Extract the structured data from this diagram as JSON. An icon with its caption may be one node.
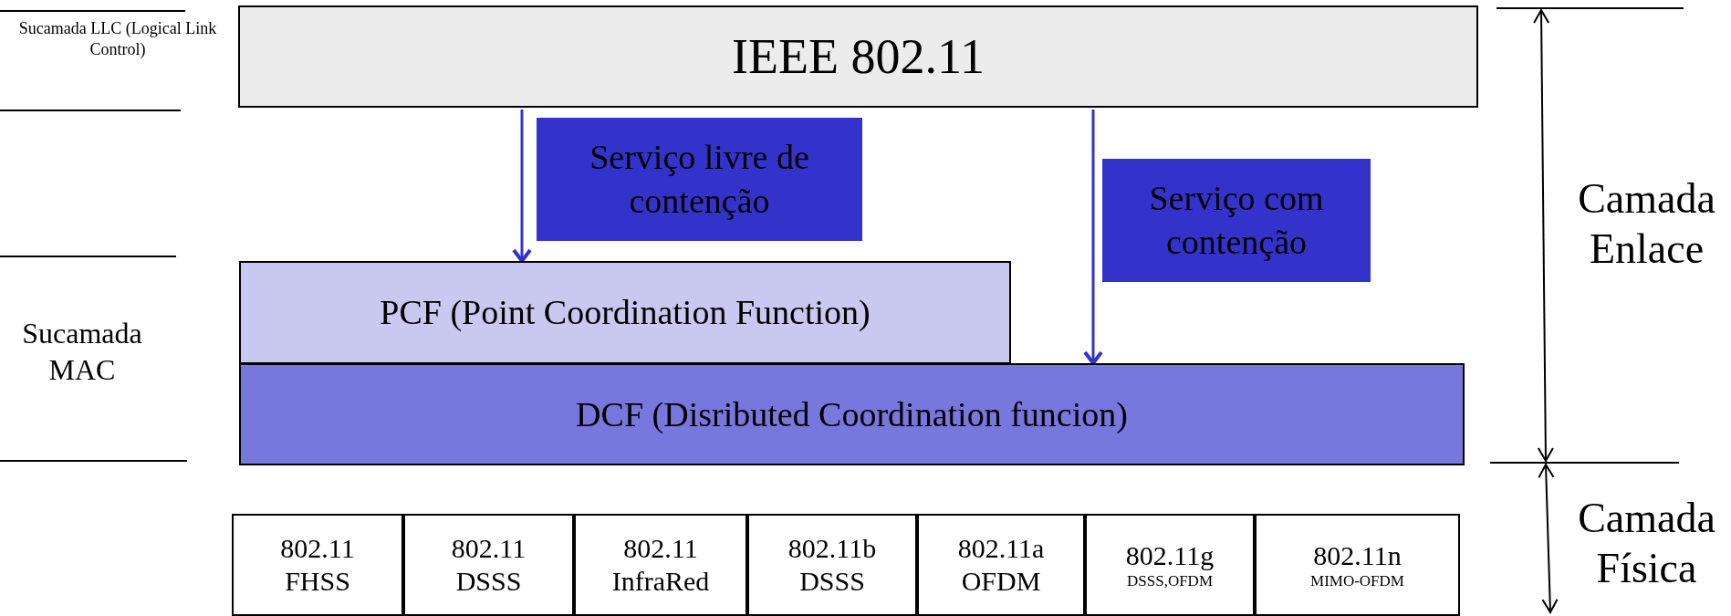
{
  "diagram": {
    "nodes": [
      {
        "text": [
          "IEEE 802.11"
        ]
      },
      {
        "text": [
          "Serviço livre de contenção"
        ]
      },
      {
        "text": [
          "Serviço com contenção"
        ]
      },
      {
        "text": [
          "PCF (Point Coordination Function)"
        ]
      },
      {
        "text": [
          "DCF (Disributed Coordination funcion)"
        ]
      },
      {
        "text": [
          "802.11",
          "FHSS"
        ]
      },
      {
        "text": [
          "802.11",
          "DSSS"
        ]
      },
      {
        "text": [
          "802.11",
          "InfraRed"
        ]
      },
      {
        "text": [
          "802.11b",
          "DSSS"
        ]
      },
      {
        "text": [
          "802.11a",
          "OFDM"
        ]
      },
      {
        "text": [
          "802.11g",
          "DSSS,OFDM"
        ]
      },
      {
        "text": [
          "802.11n",
          "MIMO-OFDM"
        ]
      }
    ],
    "edges": [
      {
        "from": 0,
        "to": 3,
        "arrow": "to"
      },
      {
        "from": 0,
        "to": 4,
        "arrow": "to"
      }
    ],
    "labels": [
      "Sucamada LLC (Logical Link Control)",
      "Sucamada MAC",
      "Camada Enlace",
      "Camada Física"
    ]
  }
}
